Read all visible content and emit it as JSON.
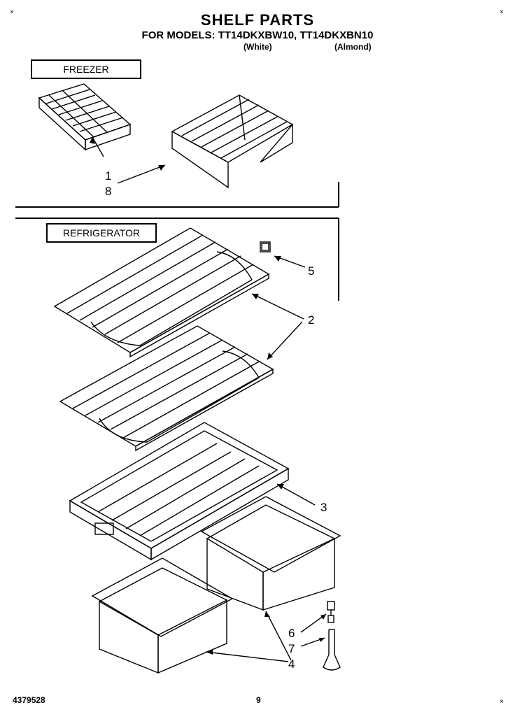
{
  "header": {
    "title": "SHELF PARTS",
    "subtitle": "FOR MODELS: TT14DKXBW10, TT14DKXBN10",
    "variant_white": "(White)",
    "variant_almond": "(Almond)"
  },
  "sections": {
    "freezer": "FREEZER",
    "refrigerator": "REFRIGERATOR"
  },
  "callouts": [
    "1",
    "8",
    "5",
    "2",
    "3",
    "6",
    "7",
    "4"
  ],
  "footer": {
    "doc_number": "4379528",
    "page_number": "9"
  }
}
